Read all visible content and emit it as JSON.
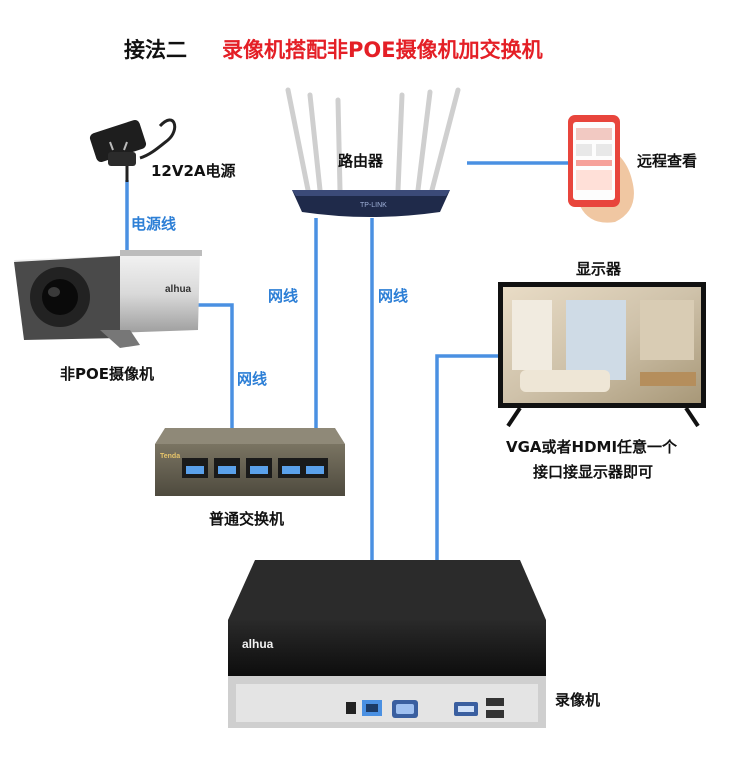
{
  "title": {
    "prefix": "接法二",
    "main": "录像机搭配非POE摄像机加交换机"
  },
  "labels": {
    "power_supply": "12V2A电源",
    "power_cable": "电源线",
    "router": "路由器",
    "remote_view": "远程查看",
    "camera": "非POE摄像机",
    "monitor": "显示器",
    "monitor_note_line1": "VGA或者HDMI任意一个",
    "monitor_note_line2": "接口接显示器即可",
    "switch": "普通交换机",
    "nvr": "录像机",
    "net_cable_1": "网线",
    "net_cable_2": "网线",
    "net_cable_3": "网线"
  },
  "brands": {
    "camera_logo": "alhua",
    "nvr_logo": "alhua",
    "switch_logo": "Tenda",
    "router_logo": "TP-LINK"
  },
  "colors": {
    "title_accent": "#e41f26",
    "cable": "#4a90e2",
    "cable_label": "#2d7fd6"
  }
}
